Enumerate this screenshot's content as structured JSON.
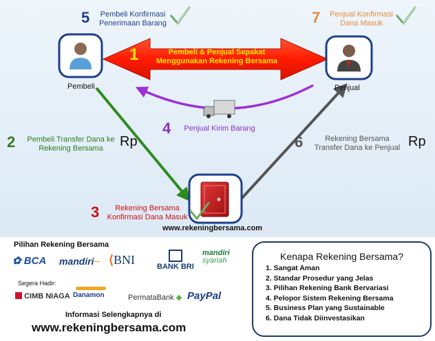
{
  "steps": {
    "s1": {
      "num": "1",
      "text_line1": "Pembeli & Penjual Sepakat",
      "text_line2": "Menggunakan Rekening Bersama"
    },
    "s2": {
      "num": "2",
      "text_line1": "Pembeli Transfer Dana ke",
      "text_line2": "Rekening Bersama",
      "symbol": "Rp"
    },
    "s3": {
      "num": "3",
      "text_line1": "Rekening Bersama",
      "text_line2": "Konfirmasi Dana Masuk"
    },
    "s4": {
      "num": "4",
      "text": "Penjual Kirim Barang"
    },
    "s5": {
      "num": "5",
      "text_line1": "Pembeli Konfirmasi",
      "text_line2": "Penerimaan Barang"
    },
    "s6": {
      "num": "6",
      "text_line1": "Rekening Bersama",
      "text_line2": "Transfer Dana ke Penjual",
      "symbol": "Rp"
    },
    "s7": {
      "num": "7",
      "text_line1": "Penjual Konfirmasi",
      "text_line2": "Dana Masuk"
    }
  },
  "actors": {
    "buyer": "Pembeli",
    "seller": "Penjual"
  },
  "site_small": "www.rekeningbersama.com",
  "banks": {
    "title": "Pilihan Rekening Bersama",
    "list": [
      "BCA",
      "mandiri",
      "BNI",
      "BANK BRI",
      "mandiri",
      "syariah"
    ],
    "coming_title": "Segera Hadir:",
    "coming": [
      "CIMB NIAGA",
      "Danamon",
      "PermataBank",
      "PayPal"
    ]
  },
  "info": {
    "line": "Informasi Selengkapnya di",
    "site": "www.rekeningbersama.com"
  },
  "reasons": {
    "title": "Kenapa Rekening Bersama?",
    "items": [
      "1. Sangat Aman",
      "2. Standar Prosedur yang Jelas",
      "3. Pilihan Rekening Bank Bervariasi",
      "4. Pelopor Sistem Rekening Bersama",
      "5. Business Plan yang Sustainable",
      "6. Dana Tidak Diinvestasikan"
    ]
  },
  "colors": {
    "flow_bg": "#e3eef8",
    "arrow_red": "#ff2a00",
    "arrow_green": "#2e8b1e",
    "arrow_purple": "#9b30d9",
    "arrow_gray": "#555555",
    "step1": "#ffe600",
    "step2": "#2f7d1e",
    "step3": "#cc1111",
    "step4": "#8b2fc9",
    "step5": "#1e3f8a",
    "step6": "#555555",
    "step7": "#e88a3c"
  }
}
